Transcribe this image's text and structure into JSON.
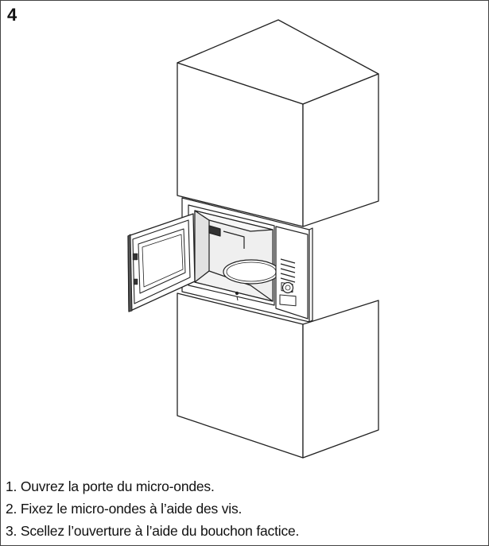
{
  "step": {
    "number": "4"
  },
  "instructions": [
    "1. Ouvrez la porte du micro-ondes.",
    "2. Fixez le micro-ondes à l’aide des vis.",
    "3. Scellez l’ouverture à l’aide du bouchon factice."
  ],
  "colors": {
    "line": "#222222",
    "fill": "#ffffff",
    "cavity": "#efefef",
    "frame": "#444444"
  }
}
